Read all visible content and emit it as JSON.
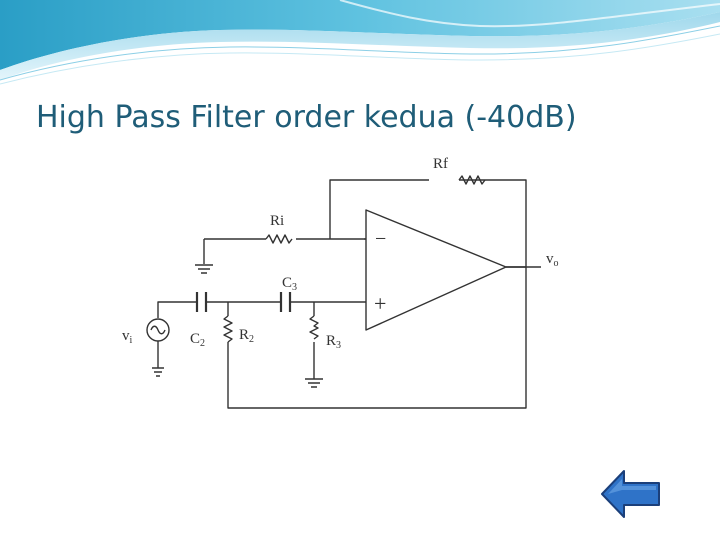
{
  "slide": {
    "title": "High Pass Filter order kedua (-40dB)"
  },
  "circuit": {
    "labels": {
      "rf": "Rf",
      "ri": "Ri",
      "c3": "C",
      "c3_sub": "3",
      "c2": "C",
      "c2_sub": "2",
      "r2": "R",
      "r2_sub": "2",
      "r3": "R",
      "r3_sub": "3",
      "vi": "v",
      "vi_sub": "i",
      "vo": "v",
      "vo_sub": "o",
      "minus": "−",
      "plus": "+"
    }
  },
  "navigation": {
    "back_icon": "left-arrow-icon",
    "arrow_color": "#2f73c8",
    "arrow_border": "#1b3f7a"
  },
  "theme": {
    "title_color": "#1f5d78",
    "wave_colors": [
      "#2ea8d0",
      "#7fd0e8",
      "#bfe6f2"
    ]
  }
}
